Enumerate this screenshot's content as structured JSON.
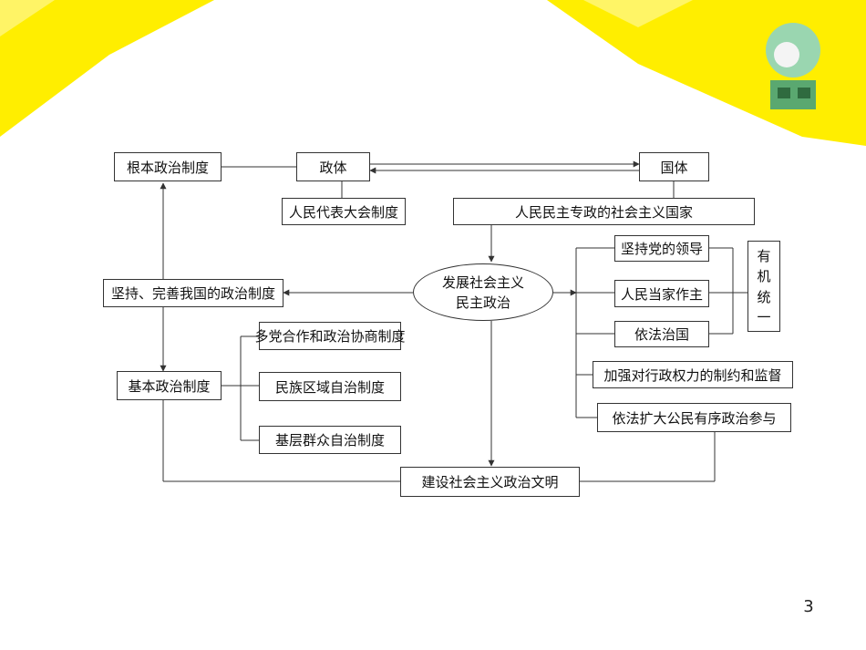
{
  "diagram": {
    "nodes": {
      "fundamental_system": "根本政治制度",
      "polity": "政体",
      "state_system": "国体",
      "npc_system": "人民代表大会制度",
      "peoples_dictatorship": "人民民主专政的社会主义国家",
      "uphold_improve": "坚持、完善我国的政治制度",
      "develop_democracy": [
        "发展社会主义",
        "民主政治"
      ],
      "party_leadership": "坚持党的领导",
      "people_masters": "人民当家作主",
      "rule_of_law": "依法治国",
      "organic_unity": [
        "有",
        "机",
        "统",
        "一"
      ],
      "basic_system": "基本政治制度",
      "multiparty_cooperation": "多党合作和政治协商制度",
      "regional_autonomy": "民族区域自治制度",
      "grassroots_autonomy": "基层群众自治制度",
      "strengthen_supervision": "加强对行政权力的制约和监督",
      "civic_participation": "依法扩大公民有序政治参与",
      "political_civilization": "建设社会主义政治文明"
    }
  },
  "footer": {
    "page_number": "3"
  }
}
